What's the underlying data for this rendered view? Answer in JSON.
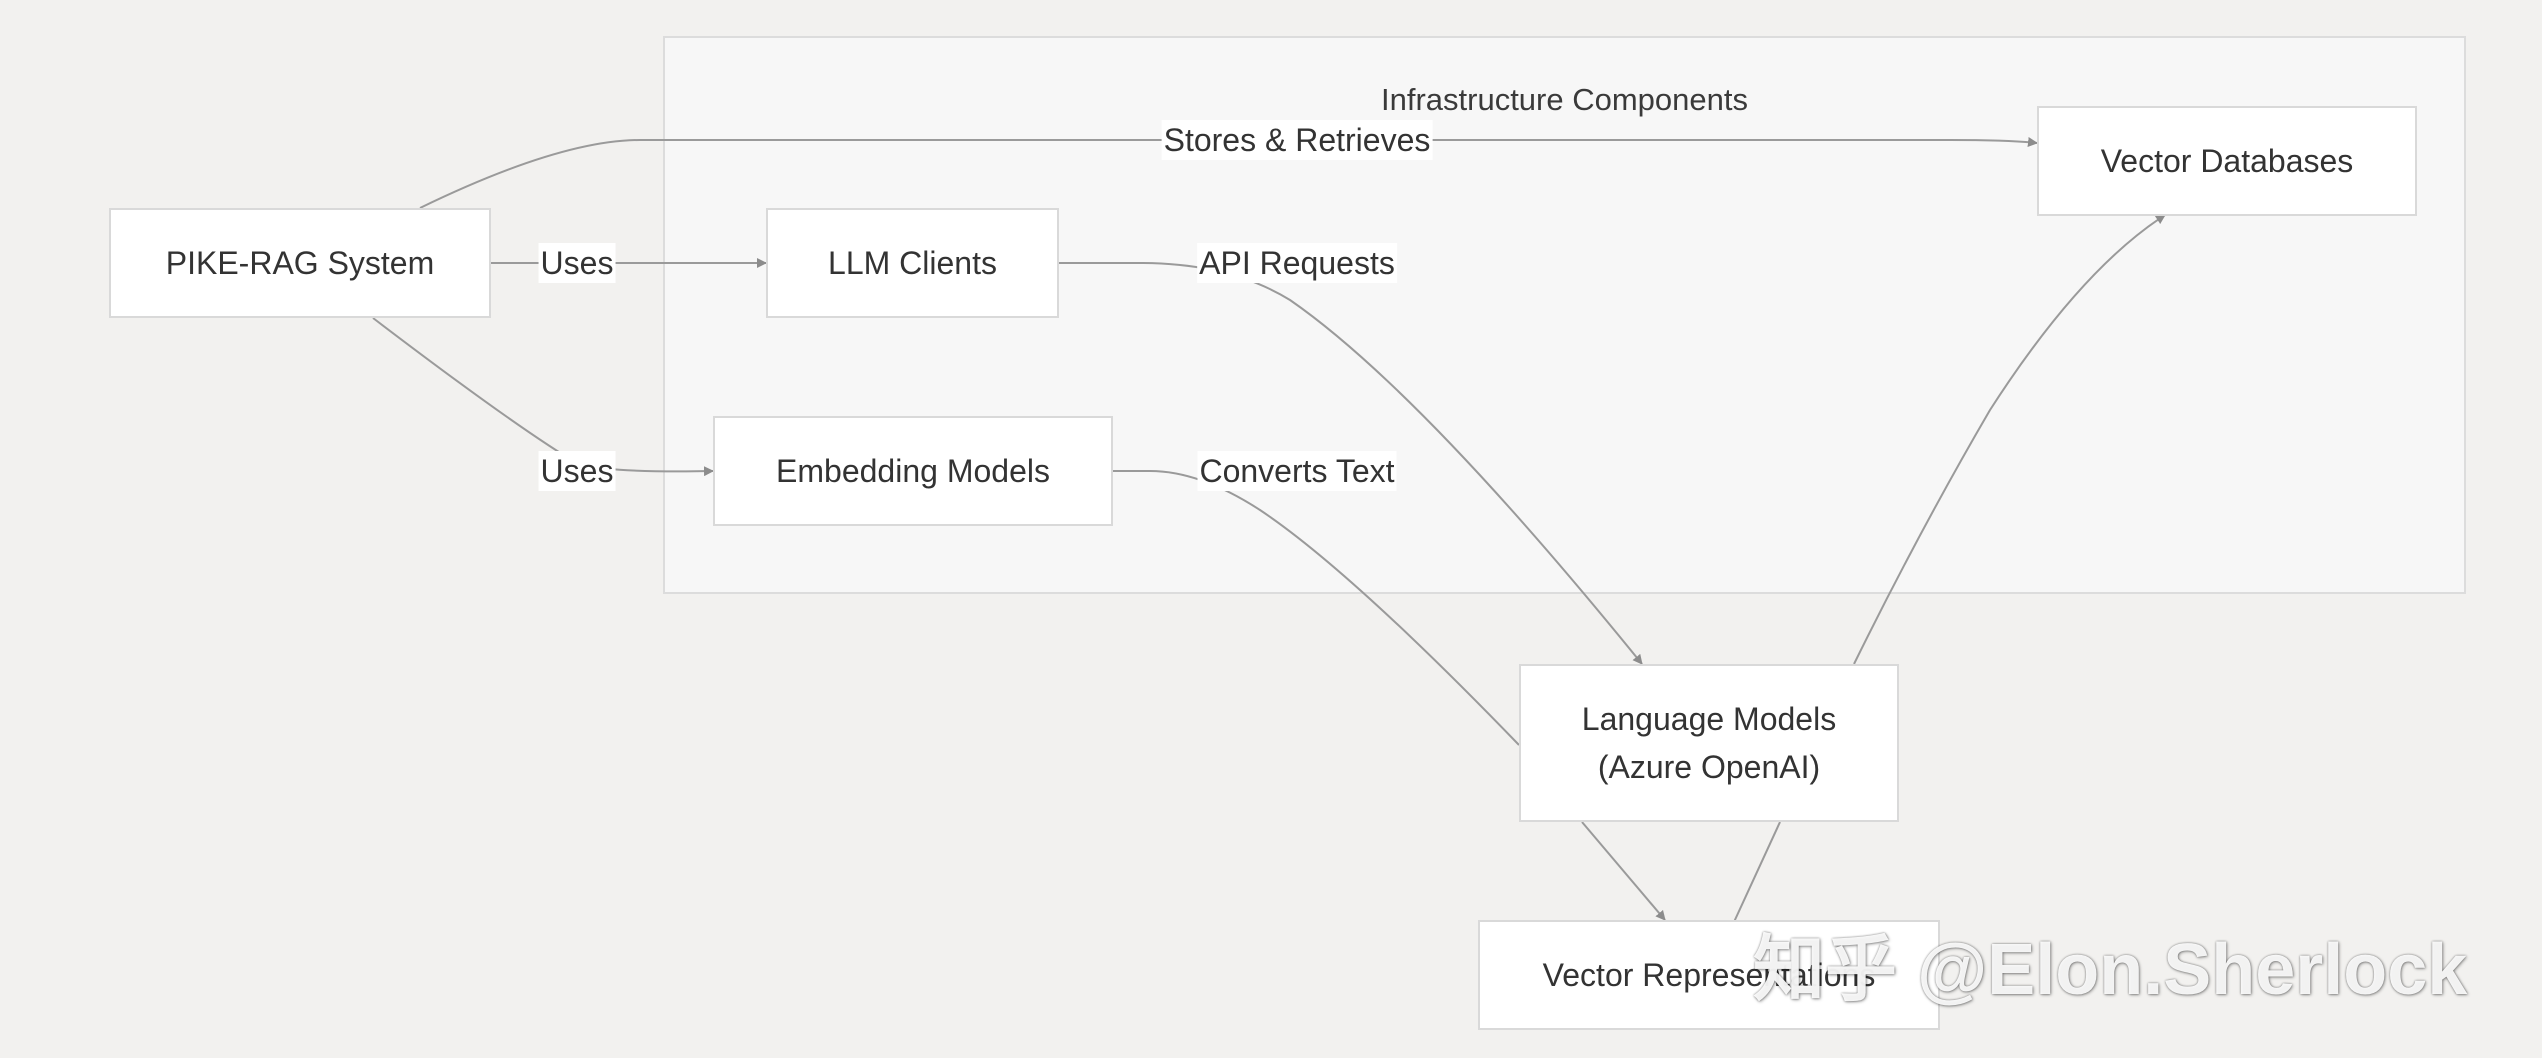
{
  "group": {
    "title": "Infrastructure Components"
  },
  "nodes": {
    "pike_rag": "PIKE-RAG System",
    "llm_clients": "LLM Clients",
    "embedding_models": "Embedding Models",
    "vector_databases": "Vector Databases",
    "language_models_line1": "Language Models",
    "language_models_line2": "(Azure OpenAI)",
    "vector_representations": "Vector Representations"
  },
  "edges": {
    "stores_retrieves": "Stores & Retrieves",
    "uses_llm": "Uses",
    "uses_embedding": "Uses",
    "api_requests": "API Requests",
    "converts_text": "Converts Text"
  },
  "watermark": "知乎 @Elon.Sherlock"
}
